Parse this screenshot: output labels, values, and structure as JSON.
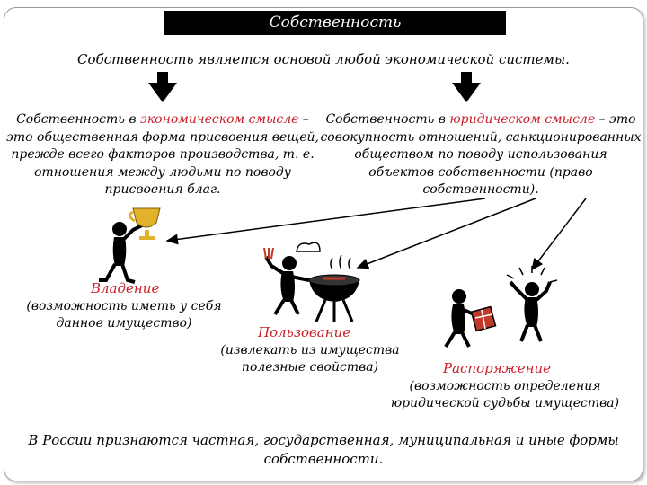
{
  "title": "Собственность",
  "main_statement": "Собственность является основой любой экономической системы.",
  "economic": {
    "prefix": "Собственность в ",
    "highlight": "экономическом смысле",
    "rest": " – это общественная форма присвоения вещей, прежде всего факторов производства, т. е. отношения между людьми по поводу присвоения благ."
  },
  "legal": {
    "prefix": "Собственность в ",
    "highlight": "юридическом смысле",
    "rest": " – это совокупность отношений, санкционированных обществом по поводу использования объектов собственности (право собственности)."
  },
  "rights": [
    {
      "name": "Владение",
      "description": "(возможность иметь у себя данное имущество)"
    },
    {
      "name": "Пользование",
      "description": "(извлекать из имущества полезные свойства)"
    },
    {
      "name": "Распоряжение",
      "description": "(возможность определения юридической судьбы имущества)"
    }
  ],
  "footer": "В России признаются частная, государственная, муниципальная и иные формы собственности.",
  "colors": {
    "accent": "#c8202a",
    "title_bg": "#000000",
    "title_text": "#ffffff"
  },
  "icons": [
    "arrow-down-icon",
    "figure-with-cup-icon",
    "figure-with-grill-icon",
    "figure-with-gift-icon"
  ]
}
